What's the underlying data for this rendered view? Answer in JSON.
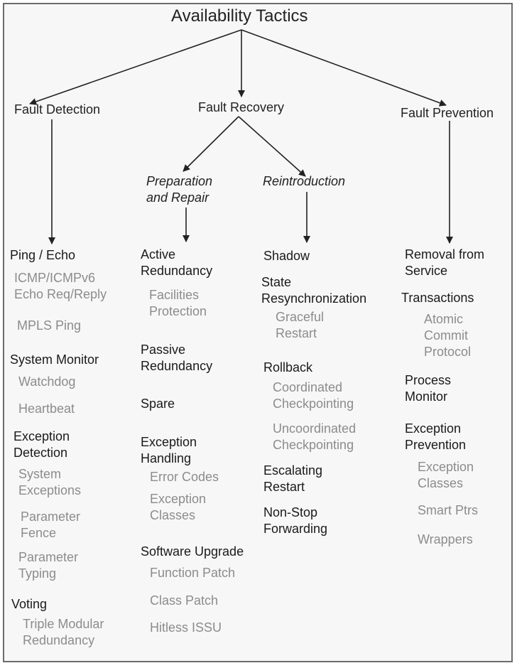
{
  "title": "Availability Tactics",
  "categories": {
    "detection": "Fault Detection",
    "recovery": "Fault Recovery",
    "prevention": "Fault Prevention"
  },
  "subcategories": {
    "prep": [
      "Preparation",
      "and Repair"
    ],
    "reintro": "Reintroduction"
  },
  "detection": {
    "ping": "Ping / Echo",
    "ping_items": [
      [
        "ICMP/ICMPv6",
        "Echo Req/Reply"
      ],
      [
        "MPLS Ping"
      ]
    ],
    "monitor": "System Monitor",
    "monitor_items": [
      "Watchdog",
      "Heartbeat"
    ],
    "exception": [
      "Exception",
      "Detection"
    ],
    "exception_items": [
      [
        "System",
        "Exceptions"
      ],
      [
        "Parameter",
        "Fence"
      ],
      [
        "Parameter",
        "Typing"
      ]
    ],
    "voting": "Voting",
    "voting_items": [
      [
        "Triple Modular",
        "Redundancy"
      ]
    ]
  },
  "prep": {
    "active": [
      "Active",
      "Redundancy"
    ],
    "active_items": [
      [
        "Facilities",
        "Protection"
      ]
    ],
    "passive": [
      "Passive",
      "Redundancy"
    ],
    "spare": "Spare",
    "exception": [
      "Exception",
      "Handling"
    ],
    "exception_items": [
      "Error Codes",
      [
        "Exception",
        "Classes"
      ]
    ],
    "upgrade": "Software Upgrade",
    "upgrade_items": [
      "Function Patch",
      "Class Patch",
      "Hitless ISSU"
    ]
  },
  "reintro": {
    "shadow": "Shadow",
    "state": [
      "State",
      "Resynchronization"
    ],
    "state_items": [
      [
        "Graceful",
        "Restart"
      ]
    ],
    "rollback": "Rollback",
    "rollback_items": [
      [
        "Coordinated",
        "Checkpointing"
      ],
      [
        "Uncoordinated",
        "Checkpointing"
      ]
    ],
    "escalating": [
      "Escalating",
      "Restart"
    ],
    "nonstop": [
      "Non-Stop",
      "Forwarding"
    ]
  },
  "prevention": {
    "removal": [
      "Removal from",
      "Service"
    ],
    "transactions": "Transactions",
    "transactions_items": [
      [
        "Atomic",
        "Commit",
        "Protocol"
      ]
    ],
    "process": [
      "Process",
      "Monitor"
    ],
    "exception": [
      "Exception",
      "Prevention"
    ],
    "exception_items": [
      [
        "Exception",
        "Classes"
      ],
      "Smart Ptrs",
      "Wrappers"
    ]
  }
}
